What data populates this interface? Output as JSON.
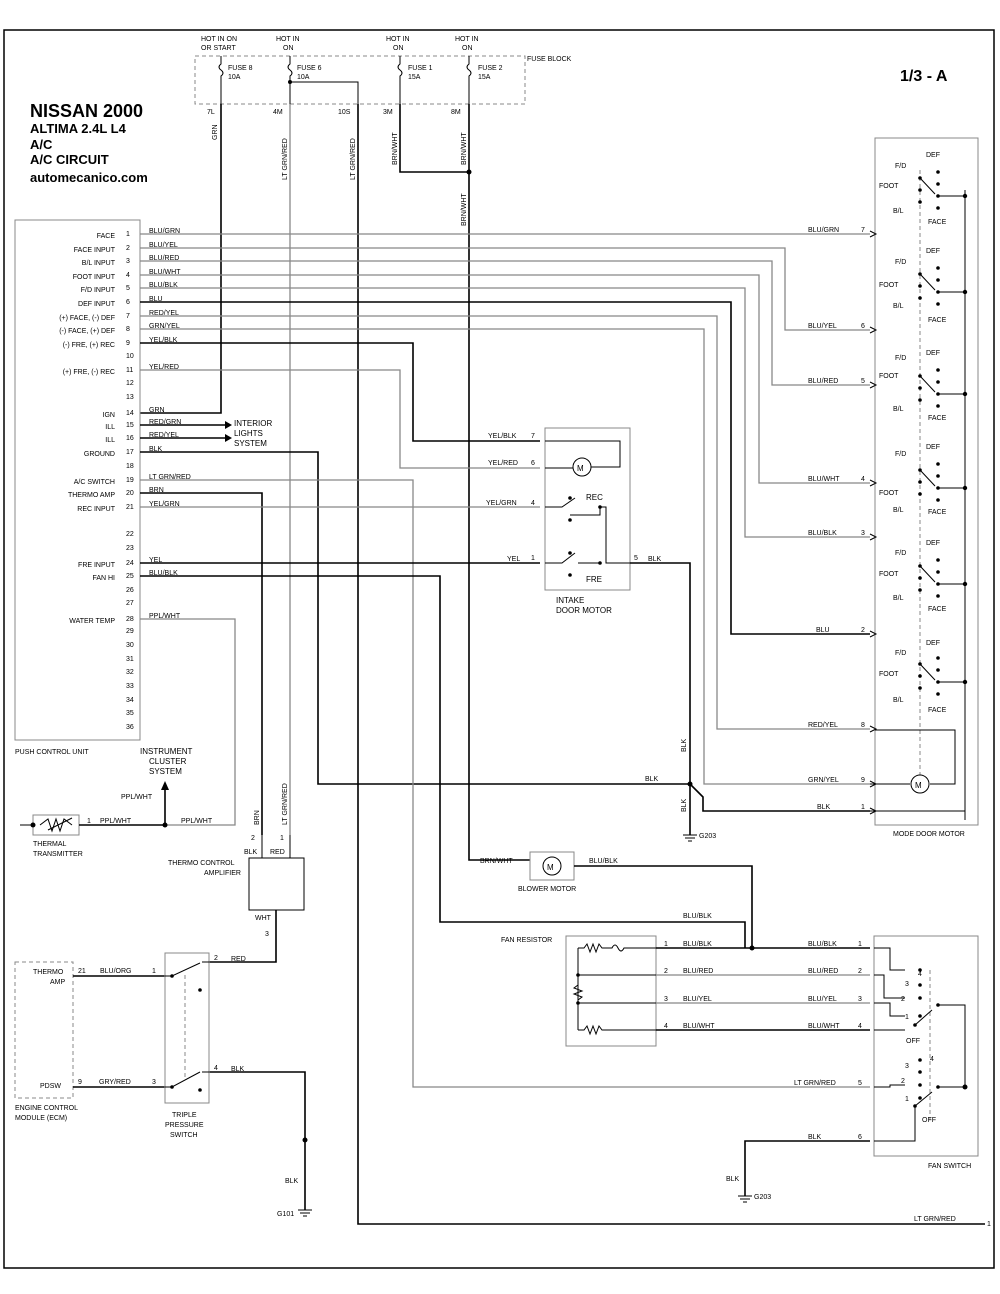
{
  "header": {
    "make_year": "NISSAN 2000",
    "model": "ALTIMA  2.4L  L4",
    "system": "A/C",
    "circuit": "A/C CIRCUIT",
    "site": "automecanico.com",
    "page_code": "1/3 - A"
  },
  "fuse_block": {
    "label": "FUSE BLOCK",
    "fuses": [
      {
        "hot": "HOT IN ON OR START",
        "name": "FUSE 8",
        "rating": "10A",
        "terminal": "7L",
        "wire": "GRN"
      },
      {
        "hot": "HOT IN ON",
        "name": "FUSE 6",
        "rating": "10A",
        "terminal": "4M",
        "wire": "LT GRN/RED"
      },
      {
        "hot": "",
        "name": "",
        "rating": "",
        "terminal": "10S",
        "wire": "LT GRN/RED"
      },
      {
        "hot": "HOT IN ON",
        "name": "FUSE 1",
        "rating": "15A",
        "terminal": "3M",
        "wire": "BRN/WHT"
      },
      {
        "hot": "HOT IN ON",
        "name": "FUSE 2",
        "rating": "15A",
        "terminal": "8M",
        "wire": "BRN/WHT"
      }
    ],
    "joined_wire": "BRN/WHT"
  },
  "push_control_unit": {
    "label": "PUSH CONTROL UNIT",
    "pins": [
      {
        "pin": "1",
        "func": "FACE",
        "wire": "BLU/GRN"
      },
      {
        "pin": "2",
        "func": "FACE INPUT",
        "wire": "BLU/YEL"
      },
      {
        "pin": "3",
        "func": "B/L INPUT",
        "wire": "BLU/RED"
      },
      {
        "pin": "4",
        "func": "FOOT INPUT",
        "wire": "BLU/WHT"
      },
      {
        "pin": "5",
        "func": "F/D INPUT",
        "wire": "BLU/BLK"
      },
      {
        "pin": "6",
        "func": "DEF INPUT",
        "wire": "BLU"
      },
      {
        "pin": "7",
        "func": "(+) FACE, (-) DEF",
        "wire": "RED/YEL"
      },
      {
        "pin": "8",
        "func": "(-) FACE, (+) DEF",
        "wire": "GRN/YEL"
      },
      {
        "pin": "9",
        "func": "(-) FRE, (+) REC",
        "wire": "YEL/BLK"
      },
      {
        "pin": "10",
        "func": "",
        "wire": ""
      },
      {
        "pin": "11",
        "func": "(+) FRE, (-) REC",
        "wire": "YEL/RED"
      },
      {
        "pin": "12",
        "func": "",
        "wire": ""
      },
      {
        "pin": "13",
        "func": "",
        "wire": ""
      },
      {
        "pin": "14",
        "func": "IGN",
        "wire": "GRN"
      },
      {
        "pin": "15",
        "func": "ILL",
        "wire": "RED/GRN"
      },
      {
        "pin": "16",
        "func": "ILL",
        "wire": "RED/YEL"
      },
      {
        "pin": "17",
        "func": "GROUND",
        "wire": "BLK"
      },
      {
        "pin": "18",
        "func": "",
        "wire": ""
      },
      {
        "pin": "19",
        "func": "A/C SWITCH",
        "wire": "LT GRN/RED"
      },
      {
        "pin": "20",
        "func": "THERMO AMP",
        "wire": "BRN"
      },
      {
        "pin": "21",
        "func": "REC INPUT",
        "wire": "YEL/GRN"
      },
      {
        "pin": "22",
        "func": "",
        "wire": ""
      },
      {
        "pin": "23",
        "func": "",
        "wire": ""
      },
      {
        "pin": "24",
        "func": "FRE INPUT",
        "wire": "YEL"
      },
      {
        "pin": "25",
        "func": "FAN HI",
        "wire": "BLU/BLK"
      },
      {
        "pin": "26",
        "func": "",
        "wire": ""
      },
      {
        "pin": "27",
        "func": "",
        "wire": ""
      },
      {
        "pin": "28",
        "func": "WATER TEMP",
        "wire": "PPL/WHT"
      },
      {
        "pin": "29",
        "func": "",
        "wire": ""
      },
      {
        "pin": "30",
        "func": "",
        "wire": ""
      },
      {
        "pin": "31",
        "func": "",
        "wire": ""
      },
      {
        "pin": "32",
        "func": "",
        "wire": ""
      },
      {
        "pin": "33",
        "func": "",
        "wire": ""
      },
      {
        "pin": "34",
        "func": "",
        "wire": ""
      },
      {
        "pin": "35",
        "func": "",
        "wire": ""
      },
      {
        "pin": "36",
        "func": "",
        "wire": ""
      }
    ],
    "interior_lights": [
      "INTERIOR",
      "LIGHTS",
      "SYSTEM"
    ]
  },
  "intake_door_motor": {
    "label_1": "INTAKE",
    "label_2": "DOOR MOTOR",
    "motor": "M",
    "rec": "REC",
    "fre": "FRE",
    "pins": [
      {
        "pin": "7",
        "wire": "YEL/BLK"
      },
      {
        "pin": "6",
        "wire": "YEL/RED"
      },
      {
        "pin": "4",
        "wire": "YEL/GRN"
      },
      {
        "pin": "1",
        "wire": "YEL"
      },
      {
        "pin": "5",
        "wire": "BLK"
      }
    ]
  },
  "mode_door_motor": {
    "label": "MODE DOOR MOTOR",
    "motor": "M",
    "switch_labels": [
      "DEF",
      "F/D",
      "FOOT",
      "B/L",
      "FACE"
    ],
    "pins": [
      {
        "pin": "7",
        "wire": "BLU/GRN"
      },
      {
        "pin": "6",
        "wire": "BLU/YEL"
      },
      {
        "pin": "5",
        "wire": "BLU/RED"
      },
      {
        "pin": "4",
        "wire": "BLU/WHT"
      },
      {
        "pin": "3",
        "wire": "BLU/BLK"
      },
      {
        "pin": "2",
        "wire": "BLU"
      },
      {
        "pin": "8",
        "wire": "RED/YEL"
      },
      {
        "pin": "9",
        "wire": "GRN/YEL"
      },
      {
        "pin": "1",
        "wire": "BLK"
      }
    ]
  },
  "ground_blk": "BLK",
  "g203": "G203",
  "g101": "G101",
  "instrument_cluster": [
    "INSTRUMENT",
    "CLUSTER",
    "SYSTEM"
  ],
  "thermal_transmitter": {
    "label_1": "THERMAL",
    "label_2": "TRANSMITTER",
    "pin": "1",
    "wire": "PPL/WHT"
  },
  "ppl_wht": "PPL/WHT",
  "thermo_control_amplifier": {
    "label_1": "THERMO CONTROL",
    "label_2": "AMPLIFIER",
    "pin2": "2",
    "pin1": "1",
    "pin3": "3",
    "brn": "BRN",
    "ltgrnred": "LT GRN/RED",
    "blk": "BLK",
    "red": "RED",
    "wht": "WHT"
  },
  "ecm": {
    "label_1": "ENGINE CONTROL",
    "label_2": "MODULE (ECM)",
    "thermo_1": "THERMO",
    "thermo_2": "AMP",
    "pdsw": "PDSW",
    "pin21": "21",
    "pin9": "9",
    "wire21": "BLU/ORG",
    "wire9": "GRY/RED"
  },
  "triple_pressure_switch": {
    "label_1": "TRIPLE",
    "label_2": "PRESSURE",
    "label_3": "SWITCH",
    "pins": {
      "p1": "1",
      "p2": "2",
      "p3": "3",
      "p4": "4"
    },
    "red": "RED",
    "blk": "BLK"
  },
  "blower_motor": {
    "label": "BLOWER MOTOR",
    "motor": "M",
    "in_wire": "BRN/WHT",
    "out_wire": "BLU/BLK"
  },
  "fan_resistor": {
    "label": "FAN RESISTOR",
    "pins": [
      {
        "pin": "1",
        "wire": "BLU/BLK"
      },
      {
        "pin": "2",
        "wire": "BLU/RED"
      },
      {
        "pin": "3",
        "wire": "BLU/YEL"
      },
      {
        "pin": "4",
        "wire": "BLU/WHT"
      }
    ],
    "feed_wire": "BLU/BLK"
  },
  "fan_switch": {
    "label": "FAN SWITCH",
    "pins": [
      {
        "pin": "1",
        "wire": "BLU/BLK"
      },
      {
        "pin": "2",
        "wire": "BLU/RED"
      },
      {
        "pin": "3",
        "wire": "BLU/YEL"
      },
      {
        "pin": "4",
        "wire": "BLU/WHT"
      },
      {
        "pin": "5",
        "wire": "LT GRN/RED"
      },
      {
        "pin": "6",
        "wire": "BLK"
      }
    ],
    "off": "OFF",
    "pos": [
      "4",
      "3",
      "2",
      "1"
    ]
  },
  "bottom_wire": {
    "wire": "LT GRN/RED",
    "pin": "1"
  }
}
